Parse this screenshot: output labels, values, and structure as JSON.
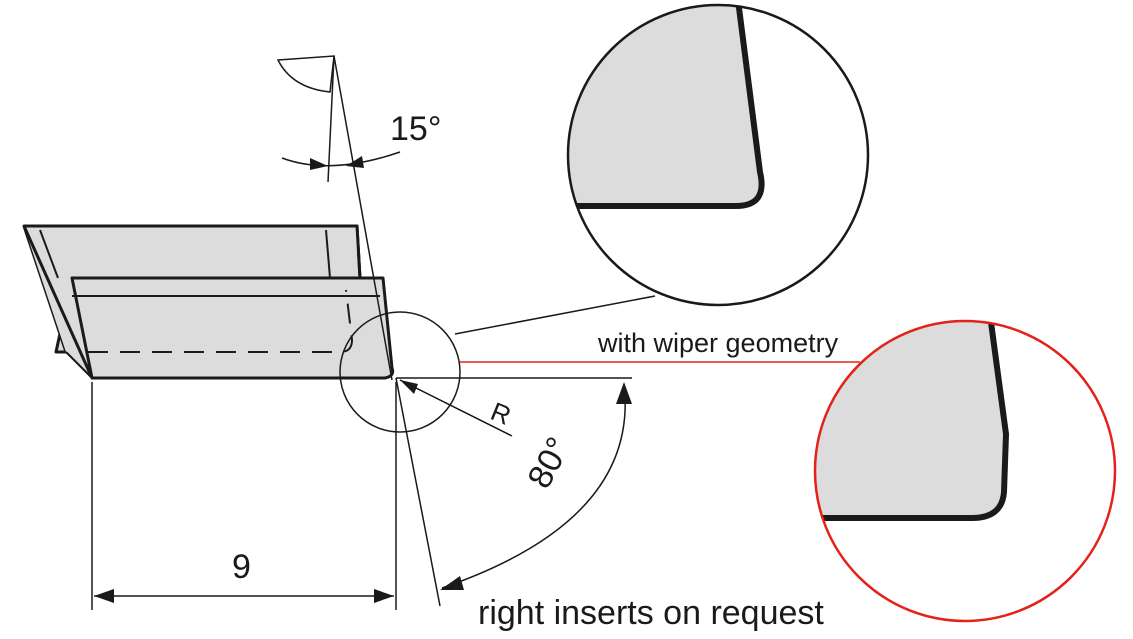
{
  "labels": {
    "angle_clearance": "15°",
    "radius": "R",
    "angle_corner": "80°",
    "width_dim": "9",
    "wiper_caption": "with wiper geometry",
    "footer_note": "right inserts on request"
  },
  "colors": {
    "line": "#1a1a1a",
    "fill_gray": "#dcdcdc",
    "highlight_red": "#e32219"
  },
  "icons": {
    "insert_view": "insert-side-view-drawing",
    "detail_standard": "corner-radius-detail",
    "detail_wiper": "wiper-corner-detail"
  }
}
